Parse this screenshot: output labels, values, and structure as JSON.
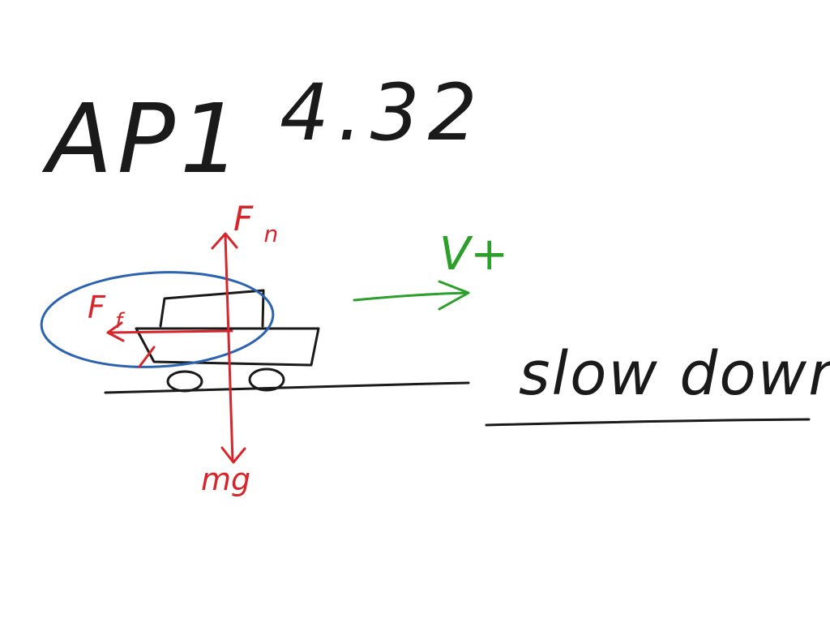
{
  "heading": {
    "course": "AP1",
    "problem": "4.32"
  },
  "forces": {
    "normal": {
      "symbol": "F",
      "subscript": "n"
    },
    "friction": {
      "symbol": "F",
      "subscript": "f"
    },
    "weight": "mg"
  },
  "velocity": {
    "label": "V+"
  },
  "note": "slow down",
  "colors": {
    "ink": "#1a1a1a",
    "force": "#d6262b",
    "velocity": "#2aa02a",
    "system_circle": "#2c63b0"
  }
}
